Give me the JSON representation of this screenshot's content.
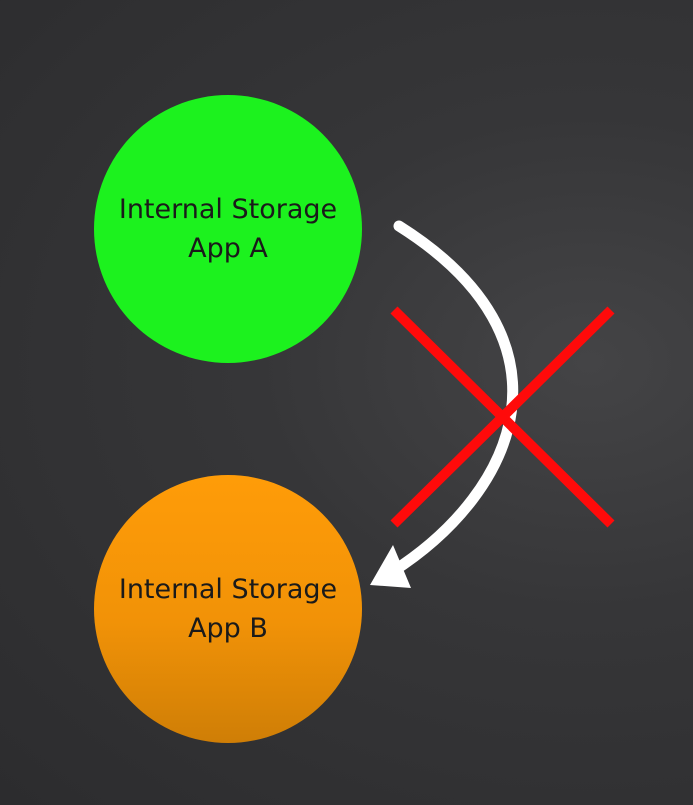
{
  "nodes": [
    {
      "id": "app-a",
      "line1": "Internal Storage",
      "line2": "App A",
      "color": "#1cf21e"
    },
    {
      "id": "app-b",
      "line1": "Internal Storage",
      "line2": "App B",
      "color": "#f19207"
    }
  ],
  "colors": {
    "arrow": "#ffffff",
    "cross": "#ff0a0a",
    "background": "#333335"
  },
  "icons": {
    "flow": "curved-arrow-icon",
    "blocked": "cross-icon"
  }
}
